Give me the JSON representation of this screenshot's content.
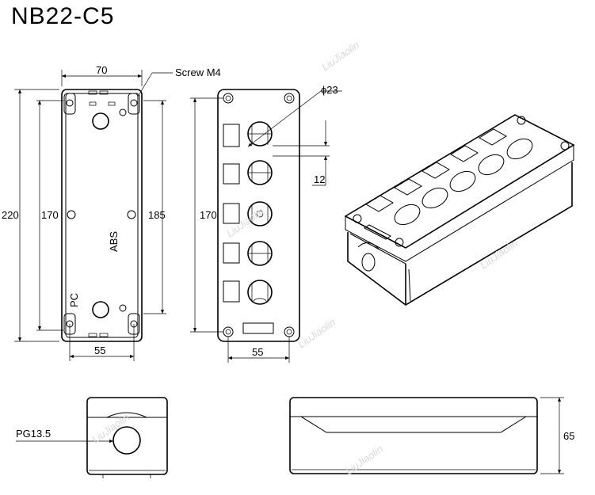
{
  "title": "NB22-C5",
  "labels": {
    "screw": "Screw M4",
    "hole_diameter": "ϕ23",
    "pg": "PG13.5"
  },
  "dimensions": {
    "width_top": "70",
    "height_total": "220",
    "height_inner_left": "170",
    "height_185": "185",
    "height_inner_front": "170",
    "spacing_12": "12",
    "base_left": "55",
    "base_front": "55",
    "height_65": "65"
  },
  "watermark": "LiuJiaolin"
}
